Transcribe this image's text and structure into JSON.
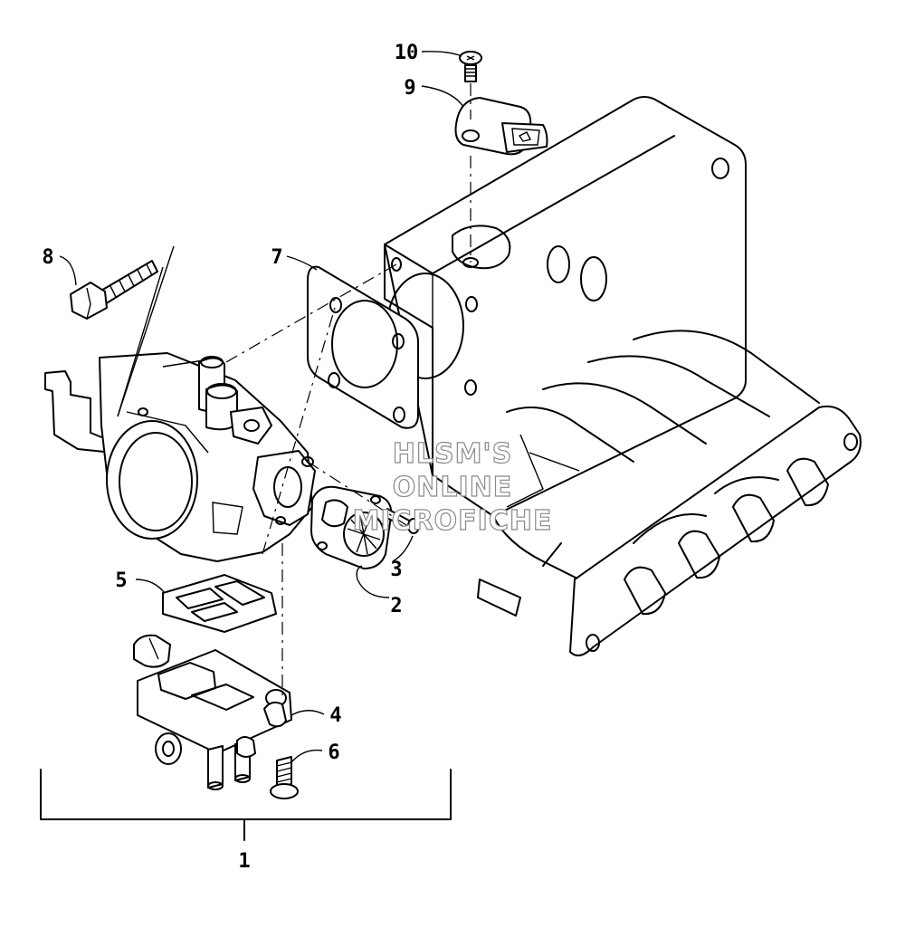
{
  "callouts": {
    "c1": "1",
    "c2": "2",
    "c3": "3",
    "c4": "4",
    "c5": "5",
    "c6": "6",
    "c7": "7",
    "c8": "8",
    "c9": "9",
    "c10": "10"
  },
  "watermark": {
    "line1": "HLSM'S",
    "line2": "ONLINE",
    "line3": "MICROFICHE"
  }
}
